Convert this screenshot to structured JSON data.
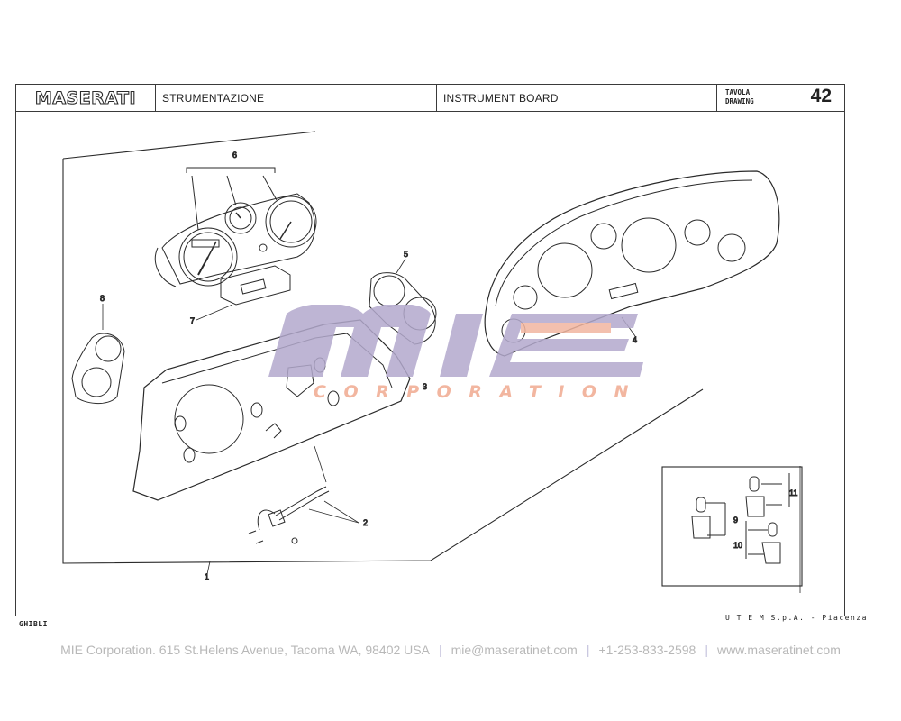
{
  "header": {
    "brand_logo": "MASERATI",
    "title_it": "STRUMENTAZIONE",
    "title_en": "INSTRUMENT BOARD",
    "drawing_label_it": "TAVOLA",
    "drawing_label_en": "DRAWING",
    "drawing_number": "42"
  },
  "diagram": {
    "callouts": [
      {
        "id": "1",
        "label": "1"
      },
      {
        "id": "2",
        "label": "2"
      },
      {
        "id": "3",
        "label": "3"
      },
      {
        "id": "4",
        "label": "4"
      },
      {
        "id": "5",
        "label": "5"
      },
      {
        "id": "6",
        "label": "6"
      },
      {
        "id": "7",
        "label": "7"
      },
      {
        "id": "8",
        "label": "8"
      },
      {
        "id": "9",
        "label": "9"
      },
      {
        "id": "10",
        "label": "10"
      },
      {
        "id": "11",
        "label": "11"
      }
    ]
  },
  "sheet_footer": {
    "model_code": "GHIBLI",
    "maker": "U T E M  S.p.A. - Piacenza"
  },
  "watermark": {
    "logo_text": "mie",
    "sub_text": "CORPORATION",
    "logo_color": "#b3a9cd",
    "sub_color": "#f2b6a0"
  },
  "footer": {
    "company": "MIE Corporation. 615 St.Helens Avenue, Tacoma WA, 98402 USA",
    "email": "mie@maseratinet.com",
    "phone": "+1-253-833-2598",
    "website": "www.maseratinet.com",
    "separator": "|"
  }
}
